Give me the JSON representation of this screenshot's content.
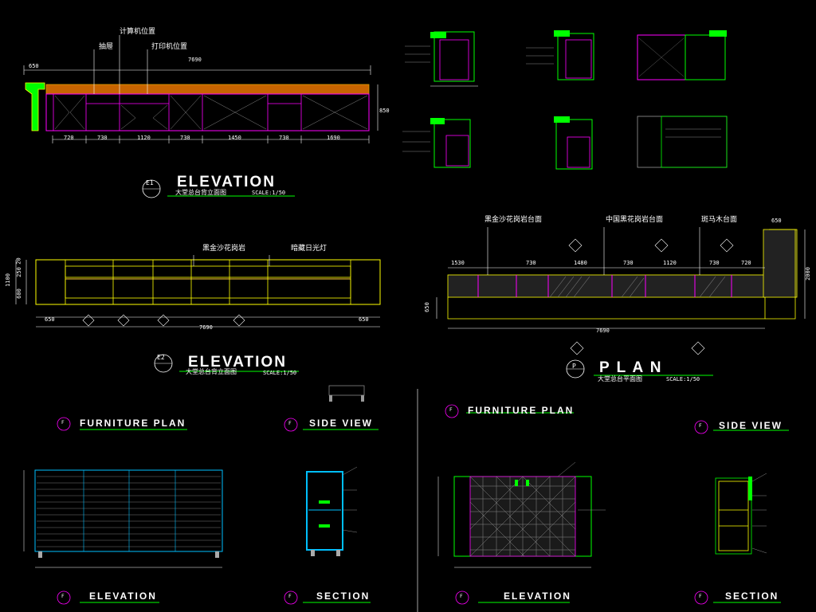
{
  "titles": {
    "e1": {
      "tag": "E1",
      "title": "ELEVATION",
      "subtitle": "大堂总台背立面图",
      "scale": "SCALE:1/50"
    },
    "e2": {
      "tag": "E2",
      "title": "ELEVATION",
      "subtitle": "大堂总台背立面图",
      "scale": "SCALE:1/50"
    },
    "plan": {
      "tag": "P",
      "title": "P L A N",
      "subtitle": "大堂总台平面图",
      "scale": "SCALE:1/50"
    },
    "left_furniture_plan": {
      "tag": "F",
      "title": "FURNITURE PLAN"
    },
    "left_side_view": {
      "tag": "F",
      "title": "SIDE VIEW"
    },
    "left_elevation": {
      "tag": "F",
      "title": "ELEVATION"
    },
    "left_section": {
      "tag": "F",
      "title": "SECTION"
    },
    "right_furniture_plan": {
      "tag": "F",
      "title": "FURNITURE PLAN"
    },
    "right_side_view": {
      "tag": "F",
      "title": "SIDE VIEW"
    },
    "right_elevation": {
      "tag": "F",
      "title": "ELEVATION"
    },
    "right_section": {
      "tag": "F",
      "title": "SECTION"
    }
  },
  "e1_annotations": {
    "a1": "计算机位置",
    "a2": "抽屉",
    "a3": "打印机位置"
  },
  "e1_dims": {
    "total": "7690",
    "left": "650",
    "height": "850",
    "bottom": [
      "720",
      "730",
      "1120",
      "730",
      "1450",
      "730",
      "1690"
    ]
  },
  "e2_annotations": {
    "a1": "黑金沙花岗岩",
    "a2": "暗藏日光灯"
  },
  "e2_dims": {
    "total": "7690",
    "left": "650",
    "right": "650",
    "h1": "1100",
    "h2": "600",
    "h3": "250",
    "h4": "20"
  },
  "plan_annotations": {
    "a1": "黑金沙花岗岩台面",
    "a2": "中国黑花岗岩台面",
    "a3": "斑马木台面"
  },
  "plan_dims": {
    "total": "7690",
    "top": [
      "1530",
      "730",
      "1480",
      "730",
      "1120",
      "730",
      "720"
    ],
    "right_top": "650",
    "right_side": "2000",
    "left_side": "650"
  }
}
